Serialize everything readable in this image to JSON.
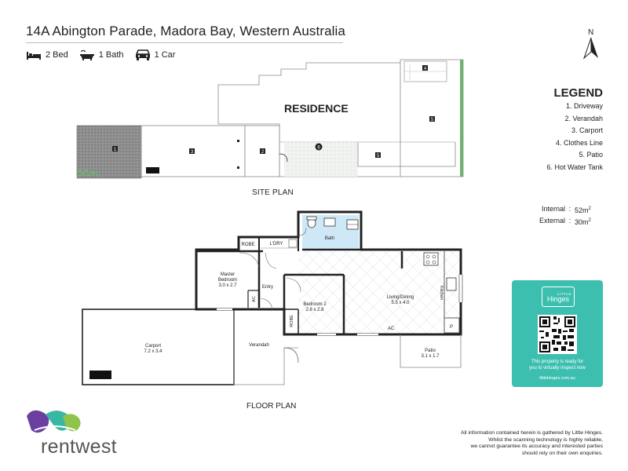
{
  "header": {
    "address": "14A Abington Parade, Madora Bay, Western Australia",
    "features": [
      {
        "icon": "bed-icon",
        "label": "2 Bed"
      },
      {
        "icon": "bath-icon",
        "label": "1 Bath"
      },
      {
        "icon": "car-icon",
        "label": "1 Car"
      }
    ],
    "north_label": "N"
  },
  "site_plan": {
    "caption": "SITE PLAN",
    "residence_label": "RESIDENCE",
    "markers": [
      "1",
      "2",
      "3",
      "4",
      "5",
      "6",
      "5"
    ]
  },
  "floor_plan": {
    "caption": "FLOOR PLAN",
    "rooms": {
      "robe_top": "ROBE",
      "laundry": "L'DRY",
      "bath": "Bath",
      "master_name": "Master",
      "master_name2": "Bedroom",
      "master_dims": "3.0 x 2.7",
      "entry": "Entry",
      "ac_left": "AC",
      "bed2_name": "Bedroom 2",
      "bed2_dims": "2.8 x 2.8",
      "robe_side": "ROBE",
      "living_name": "Living/Dining",
      "living_dims": "5.5 x 4.0",
      "kitchen": "Kitchen",
      "ac_living": "AC",
      "pantry": "P",
      "carport_name": "Carport",
      "carport_dims": "7.2 x 3.4",
      "verandah": "Verandah",
      "patio_name": "Patio",
      "patio_dims": "3.1 x 1.7"
    }
  },
  "legend": {
    "title": "LEGEND",
    "items": [
      "1. Driveway",
      "2. Verandah",
      "3. Carport",
      "4. Clothes Line",
      "5. Patio",
      "6. Hot Water Tank"
    ]
  },
  "areas": {
    "internal_label": "Internal",
    "internal_value": "52m",
    "external_label": "External",
    "external_value": "30m",
    "unit_power": "2"
  },
  "promo": {
    "logo_top": "LITTLE",
    "logo_main": "Hinges",
    "line1": "This property is ready for",
    "line2": "you to virtually inspect now",
    "url": "littlehinges.com.au"
  },
  "brand": {
    "name": "rentwest"
  },
  "disclaimer": {
    "lines": [
      "All information contained herein is gathered by Little Hinges.",
      "Whilst the scanning technology is highly reliable,",
      "we cannot guarantee its accuracy and interested parties",
      "should rely on their own enquiries."
    ]
  },
  "colors": {
    "teal": "#3dbfb0",
    "bath_fill": "#cfe8f7",
    "green_edge": "#6fb36f",
    "brand_purple": "#6b3fa0",
    "brand_teal": "#39b7a5"
  }
}
